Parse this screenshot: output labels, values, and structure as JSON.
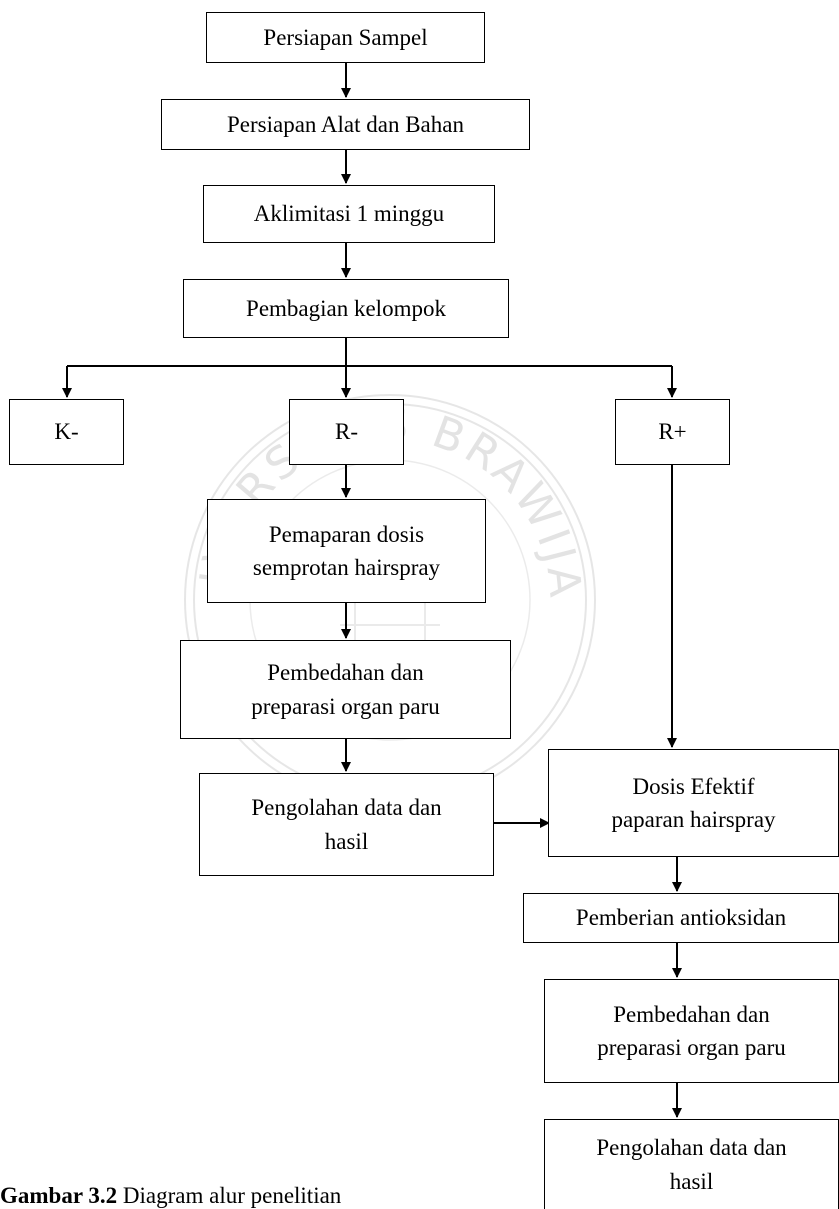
{
  "nodes": {
    "persiapan_sampel": "Persiapan Sampel",
    "persiapan_alat": "Persiapan Alat dan Bahan",
    "aklimitasi": "Aklimitasi 1 minggu",
    "pembagian": "Pembagian kelompok",
    "k_minus": "K-",
    "r_minus": "R-",
    "r_plus": "R+",
    "pemaparan": [
      "Pemaparan dosis",
      "semprotan hairspray"
    ],
    "pembedahan_1": [
      "Pembedahan dan",
      "preparasi organ paru"
    ],
    "pengolahan_1": [
      "Pengolahan data dan",
      "hasil"
    ],
    "dosis_efektif": [
      "Dosis Efektif",
      "paparan hairspray"
    ],
    "pemberian": "Pemberian antioksidan",
    "pembedahan_2": [
      "Pembedahan dan",
      "preparasi organ paru"
    ],
    "pengolahan_2": [
      "Pengolahan data dan",
      "hasil"
    ]
  },
  "watermark": {
    "text": "UNIVERSITAS BRAWIJAYA"
  },
  "caption": {
    "label": "Gambar 3.2",
    "text": " Diagram alur penelitian"
  }
}
